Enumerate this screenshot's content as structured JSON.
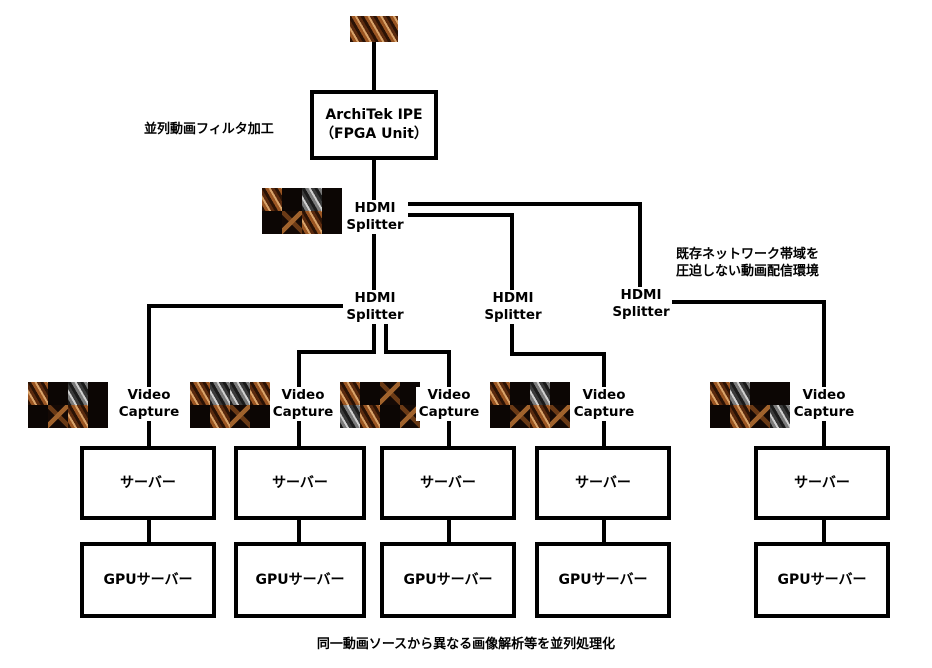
{
  "source": {
    "icon": "video-frame-icon"
  },
  "ipe": {
    "line1": "ArchiTek IPE",
    "line2": "（FPGA Unit）"
  },
  "filter_note": "並列動画フィルタ加工",
  "splitter_label": {
    "line1": "HDMI",
    "line2": "Splitter"
  },
  "network_note": {
    "line1": "既存ネットワーク帯域を",
    "line2": "圧迫しない動画配信環境"
  },
  "capture_label": {
    "line1": "Video",
    "line2": "Capture"
  },
  "server_label": "サーバー",
  "gpu_server_label": "GPUサーバー",
  "footer_note": "同一動画ソースから異なる画像解析等を並列処理化",
  "thumbnail": {
    "icon": "filtered-video-thumbnail-icon"
  }
}
